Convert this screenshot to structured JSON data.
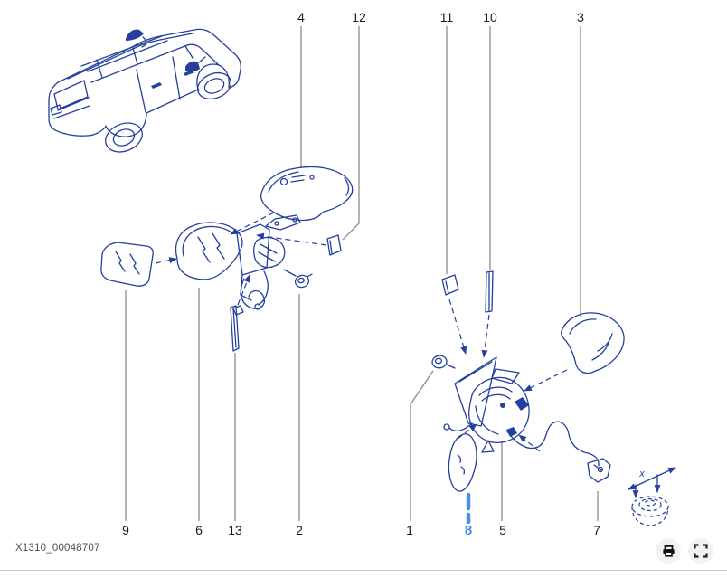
{
  "diagram": {
    "figure_code": "X1310_00048707",
    "inset_label": "x",
    "selected_callout": "8",
    "callouts": [
      {
        "label": "4"
      },
      {
        "label": "12"
      },
      {
        "label": "11"
      },
      {
        "label": "10"
      },
      {
        "label": "3"
      },
      {
        "label": "9"
      },
      {
        "label": "6"
      },
      {
        "label": "13"
      },
      {
        "label": "2"
      },
      {
        "label": "1"
      },
      {
        "label": "8"
      },
      {
        "label": "5"
      },
      {
        "label": "7"
      }
    ],
    "colors": {
      "ink": "#243f9d",
      "highlight": "#4a90e2",
      "leader": "#8c8c8c",
      "label": "#1a1a1a",
      "code_text": "#4d4d4d",
      "button_bg": "#f2f2f2",
      "divider": "#c9c9c9"
    }
  },
  "footer": {
    "buttons": [
      {
        "icon": "printer"
      },
      {
        "icon": "fullscreen"
      }
    ]
  }
}
